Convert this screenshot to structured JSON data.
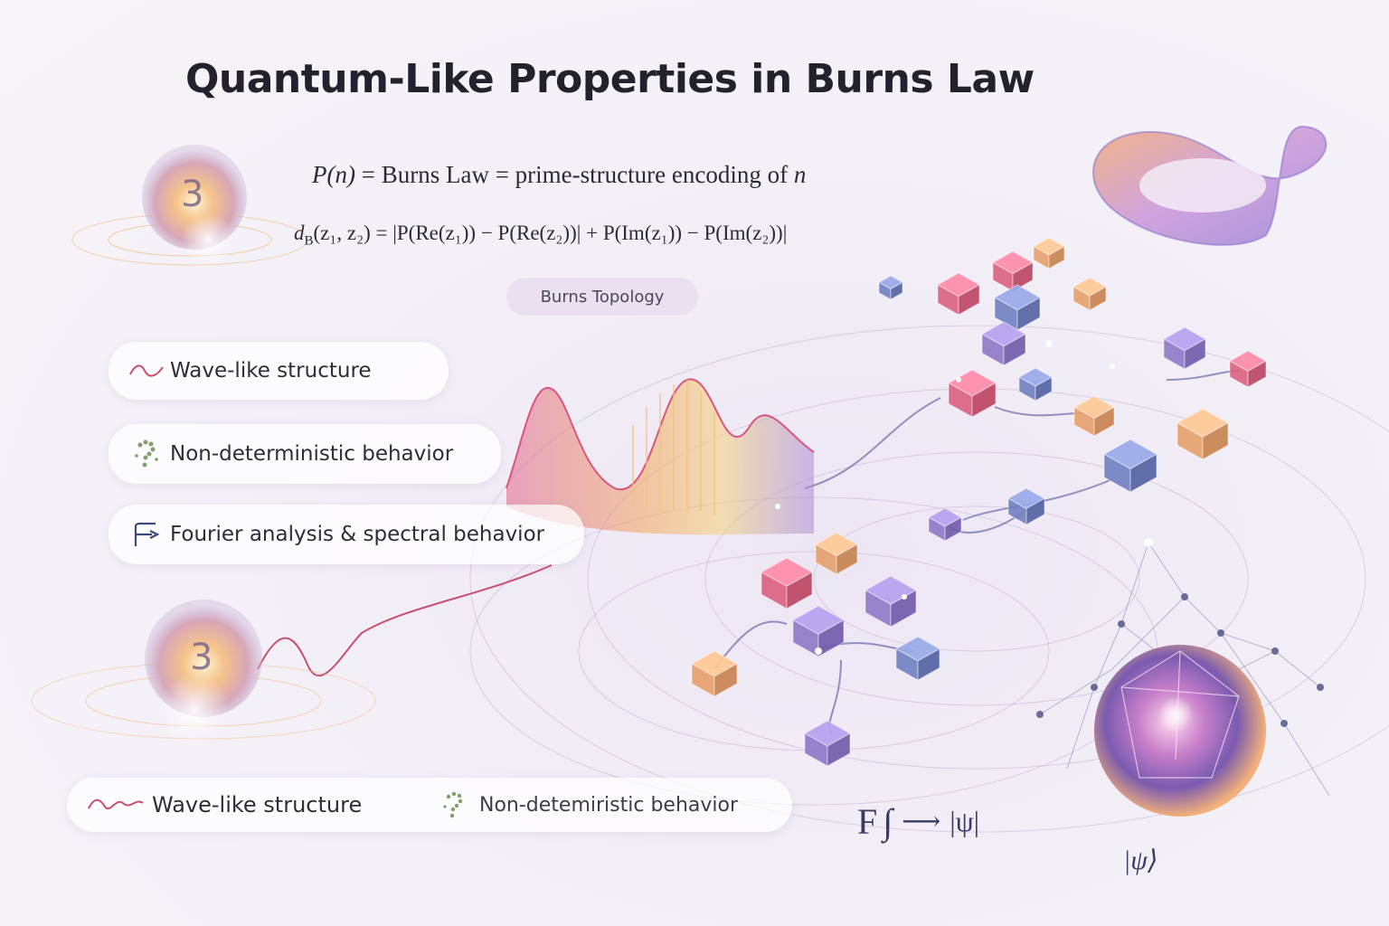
{
  "title": "Quantum-Like Properties in Burns Law",
  "equations": {
    "eq1": {
      "lhs": "P(n)",
      "middle": "= Burns Law = prime-structure encoding of ",
      "var": "n"
    },
    "eq2": {
      "lhs": "d",
      "lhs_sub": "B",
      "args": "(z₁, z₂) = ",
      "body": "|P(Re(z₁)) − P(Re(z₂))| + P(Im(z₁)) − P(Im(z₂))|"
    }
  },
  "topology_label": "Burns Topology",
  "property_pills": [
    {
      "label": "Wave-like structure",
      "icon": "wave-icon"
    },
    {
      "label": "Non-deterministic behavior",
      "icon": "question-dots-icon"
    },
    {
      "label": "Fourier analysis & spectral behavior",
      "icon": "fourier-arrow-icon"
    }
  ],
  "bottom_bar": [
    {
      "label": "Wave-like structure",
      "icon": "wave-icon"
    },
    {
      "label": "Non-detemiristic behavior",
      "icon": "question-dots-icon"
    }
  ],
  "orbs": [
    {
      "label": "3"
    },
    {
      "label": "3"
    }
  ],
  "fourier_expression": {
    "symbol": "F",
    "integral": "∫",
    "arrow": "⟶",
    "result": "|ψ|"
  },
  "ket_label": "|ψ⟩",
  "colors": {
    "background": "#f3eff7",
    "wave_pink": "#e0648c",
    "wave_orange": "#f2a55e",
    "cube_pink": "#d9607f",
    "cube_orange": "#e6a06a",
    "cube_blue": "#6f7fc0",
    "cube_purple": "#8c78c8",
    "ribbon_purple": "#9b7fd6",
    "ribbon_orange": "#f0a060"
  }
}
